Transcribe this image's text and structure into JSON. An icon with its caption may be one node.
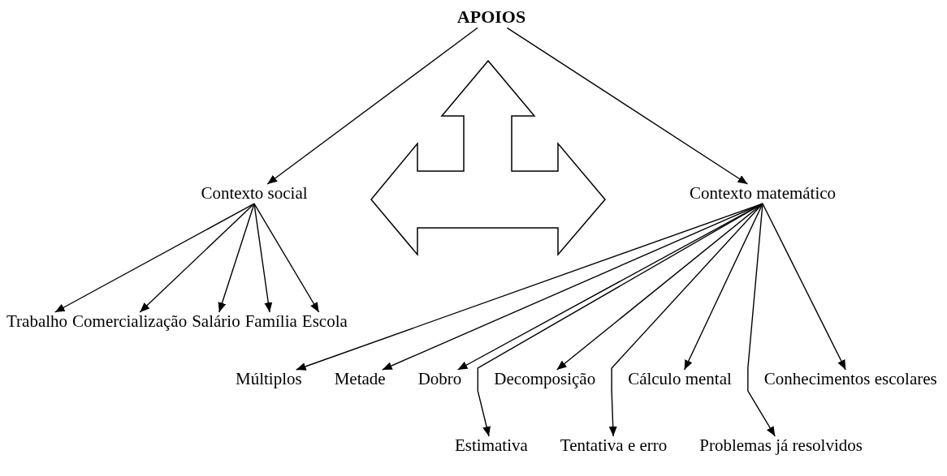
{
  "diagram": {
    "nodes": [
      {
        "text": [
          "APOIOS"
        ]
      },
      {
        "text": [
          "Contexto social"
        ]
      },
      {
        "text": [
          "Contexto matemático"
        ]
      },
      {
        "text": [
          "Trabalho"
        ]
      },
      {
        "text": [
          "Comercialização"
        ]
      },
      {
        "text": [
          "Salário"
        ]
      },
      {
        "text": [
          "Família"
        ]
      },
      {
        "text": [
          "Escola"
        ]
      },
      {
        "text": [
          "Múltiplos"
        ]
      },
      {
        "text": [
          "Metade"
        ]
      },
      {
        "text": [
          "Dobro"
        ]
      },
      {
        "text": [
          "Decomposição"
        ]
      },
      {
        "text": [
          "Cálculo mental"
        ]
      },
      {
        "text": [
          "Conhecimentos escolares"
        ]
      },
      {
        "text": [
          "Estimativa"
        ]
      },
      {
        "text": [
          "Tentativa e erro"
        ]
      },
      {
        "text": [
          "Problemas já resolvidos"
        ]
      }
    ],
    "edges": [
      {
        "from": 0,
        "to": 1,
        "arrow": "to"
      },
      {
        "from": 0,
        "to": 2,
        "arrow": "to"
      },
      {
        "from": 1,
        "to": 3,
        "arrow": "to"
      },
      {
        "from": 1,
        "to": 4,
        "arrow": "to"
      },
      {
        "from": 1,
        "to": 5,
        "arrow": "to"
      },
      {
        "from": 1,
        "to": 6,
        "arrow": "to"
      },
      {
        "from": 1,
        "to": 7,
        "arrow": "to"
      },
      {
        "from": 2,
        "to": 8,
        "arrow": "to"
      },
      {
        "from": 2,
        "to": 9,
        "arrow": "to"
      },
      {
        "from": 2,
        "to": 10,
        "arrow": "to"
      },
      {
        "from": 2,
        "to": 11,
        "arrow": "to"
      },
      {
        "from": 2,
        "to": 12,
        "arrow": "to"
      },
      {
        "from": 2,
        "to": 13,
        "arrow": "to"
      },
      {
        "from": 2,
        "to": 14,
        "arrow": "to"
      },
      {
        "from": 2,
        "to": 15,
        "arrow": "to"
      },
      {
        "from": 2,
        "to": 16,
        "arrow": "to"
      }
    ]
  }
}
